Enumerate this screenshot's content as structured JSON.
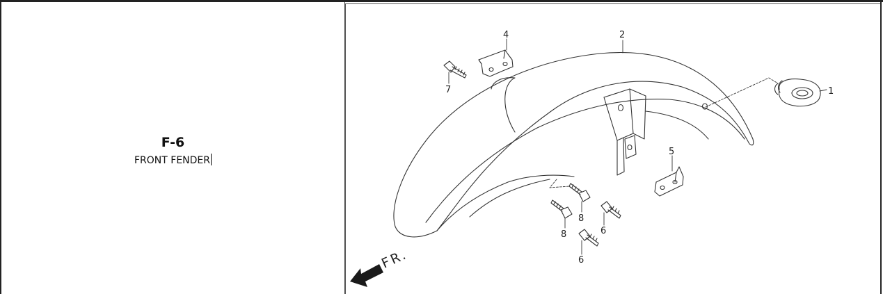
{
  "section": {
    "code": "F-6",
    "title": "FRONT FENDER"
  },
  "diagram": {
    "callouts": [
      "1",
      "2",
      "4",
      "5",
      "6",
      "6",
      "7",
      "8",
      "8"
    ],
    "direction_label": "FR."
  }
}
